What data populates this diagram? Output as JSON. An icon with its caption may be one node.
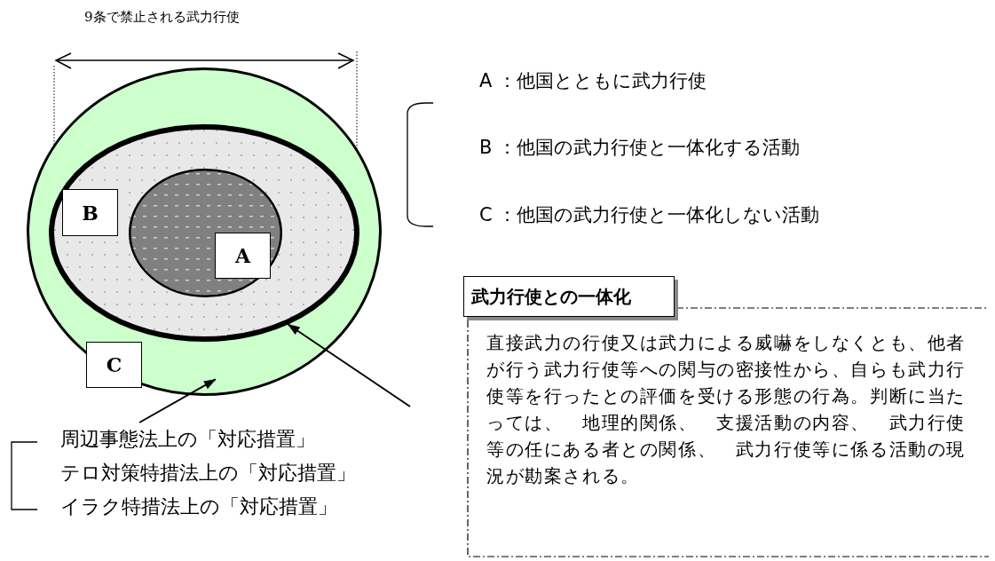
{
  "diagram": {
    "nodes": [
      {
        "text": [],
        "shape": "ellipse"
      },
      {
        "text": [],
        "shape": "ellipse",
        "in": 0
      },
      {
        "text": [],
        "shape": "ellipse",
        "in": 1
      },
      {
        "text": [
          "B"
        ],
        "in": 1
      },
      {
        "text": [
          "A"
        ],
        "in": 2
      },
      {
        "text": [
          "C"
        ],
        "in": 0
      },
      {
        "text": [
          "周辺事態法上の「対応措置」",
          "テロ対策特措法上の「対応措置」",
          "イラク特措法上の「対応措置」"
        ]
      },
      {
        "text": [
          "武力行使との一体化",
          "直接武力の行使又は武力による威嚇をしなくとも、他者が行う武力行使等への関与の密接性から、自らも武力行使等を行ったとの評価を受ける形態の行為。判断に当たっては、　地理的関係、　支援活動の内容、　武力行使等の任にある者との関係、　武力行使等に係る活動の現況が勘案される。"
        ]
      }
    ],
    "edges": [
      {
        "from": 6,
        "to": 0,
        "arrow": "to"
      },
      {
        "from": null,
        "to": 1,
        "arrow": "to"
      }
    ],
    "labels": [
      "9条で禁止される武力行使",
      "A ：他国とともに武力行使",
      "B ：他国の武力行使と一体化する活動",
      "C ：他国の武力行使と一体化しない活動"
    ]
  }
}
